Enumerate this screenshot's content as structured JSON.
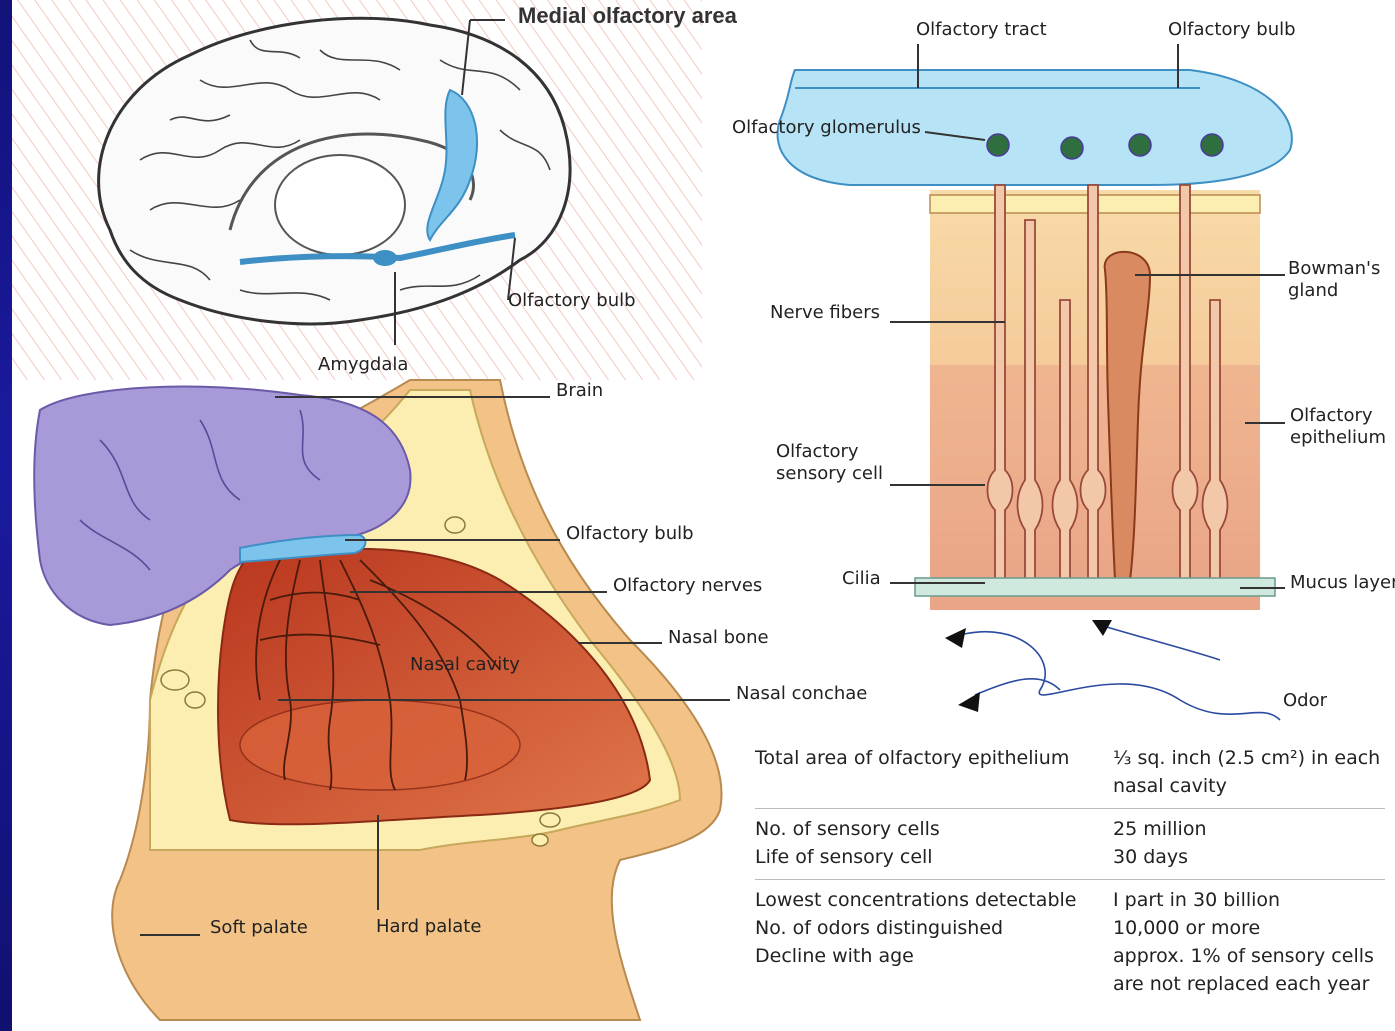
{
  "labels": {
    "medial_olfactory_area": "Medial olfactory area",
    "olfactory_bulb_brain": "Olfactory bulb",
    "amygdala": "Amygdala",
    "brain": "Brain",
    "olfactory_bulb_nose": "Olfactory bulb",
    "olfactory_nerves": "Olfactory nerves",
    "nasal_bone": "Nasal bone",
    "nasal_cavity": "Nasal cavity",
    "nasal_conchae": "Nasal conchae",
    "soft_palate": "Soft palate",
    "hard_palate": "Hard palate",
    "olfactory_tract": "Olfactory tract",
    "olfactory_bulb_detail": "Olfactory bulb",
    "olfactory_glomerulus": "Olfactory glomerulus",
    "bowmans_gland": "Bowman's gland",
    "nerve_fibers": "Nerve fibers",
    "olfactory_epithelium": "Olfactory epithelium",
    "olfactory_sensory_cell": "Olfactory sensory cell",
    "cilia": "Cilia",
    "mucus_layer": "Mucus layer",
    "odor": "Odor"
  },
  "facts": [
    {
      "left": [
        "Total area of olfactory epithelium"
      ],
      "right": [
        "⅓ sq. inch (2.5 cm²) in each nasal cavity"
      ]
    },
    {
      "left": [
        "No. of sensory cells",
        "Life of sensory cell"
      ],
      "right": [
        "25 million",
        "30 days"
      ]
    },
    {
      "left": [
        "Lowest concentrations detectable",
        "No. of odors distinguished",
        "Decline with age"
      ],
      "right": [
        "I part in 30 billion",
        "10,000 or more",
        "approx. 1% of sensory cells are not replaced each year"
      ]
    }
  ],
  "colors": {
    "border": "#1a1aa0",
    "olfactory_blue": "#7cc4ec",
    "brain_purple": "#a89ad8",
    "nasal_red": "#c8482c",
    "skin": "#f2c286",
    "bone": "#fbeeb0"
  }
}
